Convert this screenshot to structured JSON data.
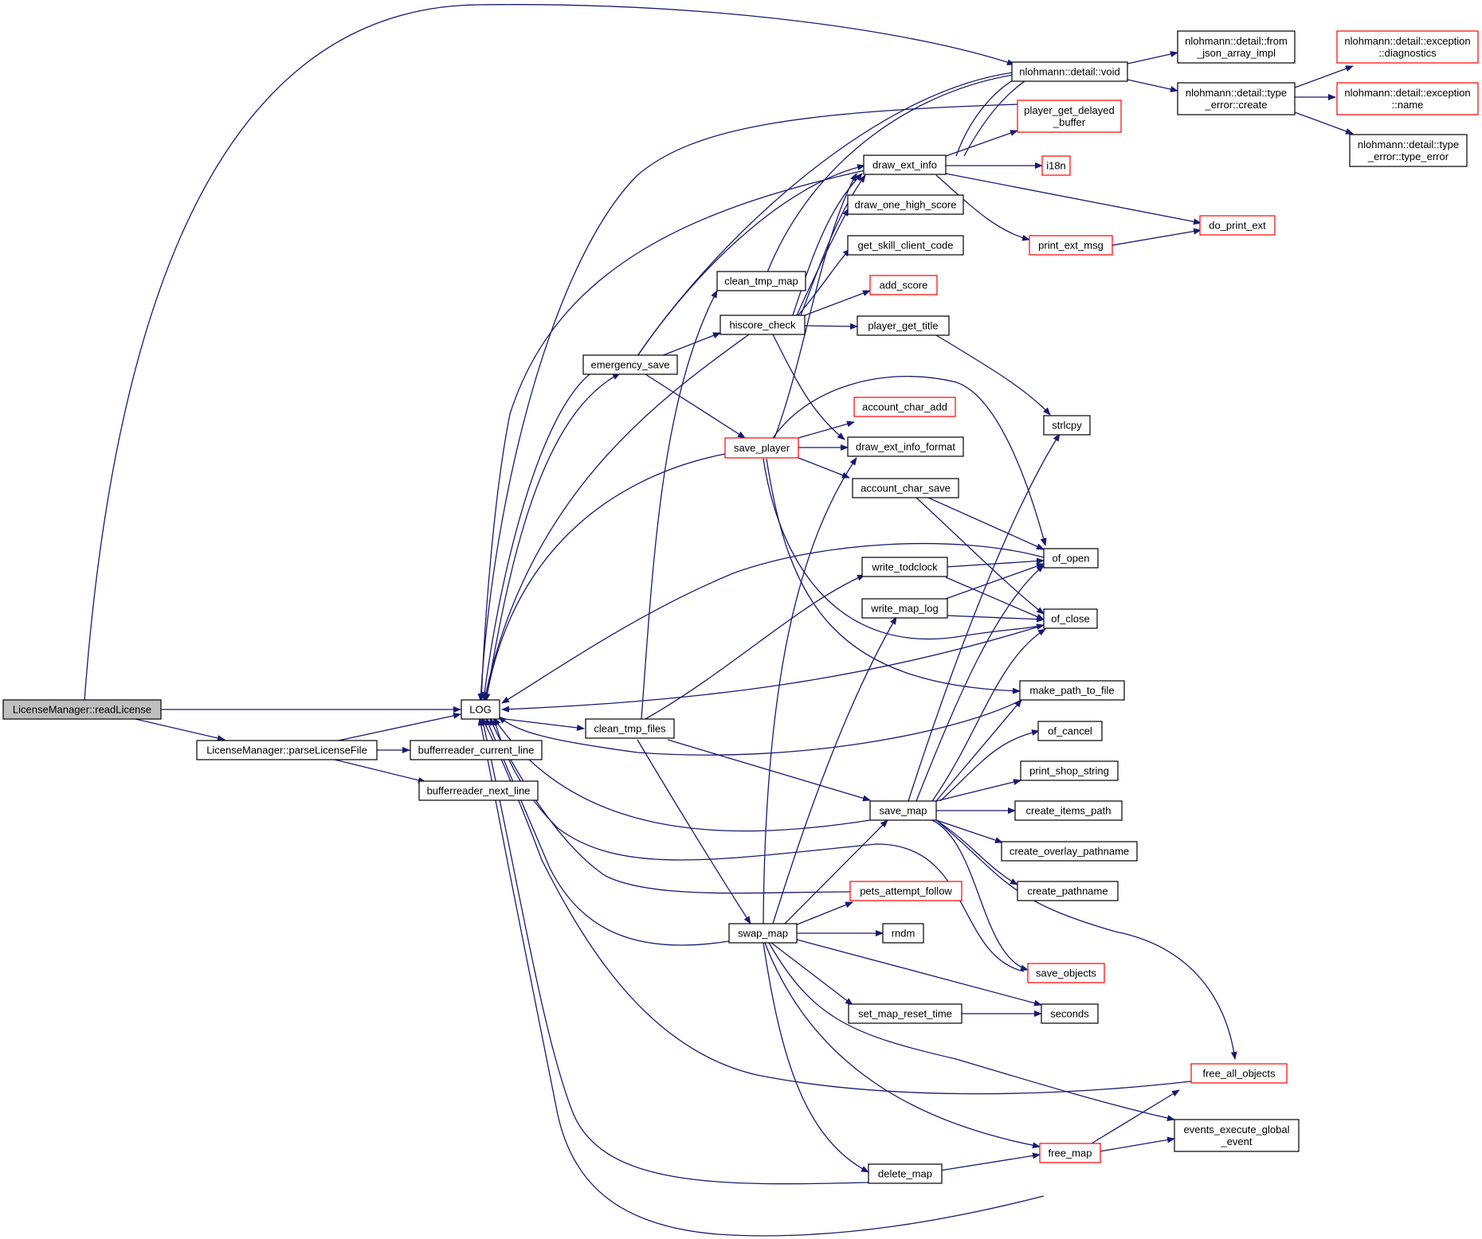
{
  "colors": {
    "edge": "#191970",
    "node_border": "#000000",
    "node_border_truncated": "#ff0000",
    "root_fill": "#bfbfbf",
    "node_fill": "#ffffff"
  },
  "nodes": [
    {
      "id": "n_readLicense",
      "lines": [
        "LicenseManager::readLicense"
      ],
      "style": "root"
    },
    {
      "id": "n_LOG",
      "lines": [
        "LOG"
      ],
      "style": "normal"
    },
    {
      "id": "n_parseLicenseFile",
      "lines": [
        "LicenseManager::parseLicenseFile"
      ],
      "style": "normal"
    },
    {
      "id": "n_br_current_line",
      "lines": [
        "bufferreader_current_line"
      ],
      "style": "normal"
    },
    {
      "id": "n_br_next_line",
      "lines": [
        "bufferreader_next_line"
      ],
      "style": "normal"
    },
    {
      "id": "n_emergency_save",
      "lines": [
        "emergency_save"
      ],
      "style": "normal"
    },
    {
      "id": "n_clean_tmp_files",
      "lines": [
        "clean_tmp_files"
      ],
      "style": "normal"
    },
    {
      "id": "n_clean_tmp_map",
      "lines": [
        "clean_tmp_map"
      ],
      "style": "normal"
    },
    {
      "id": "n_hiscore_check",
      "lines": [
        "hiscore_check"
      ],
      "style": "normal"
    },
    {
      "id": "n_save_player",
      "lines": [
        "save_player"
      ],
      "style": "red"
    },
    {
      "id": "n_swap_map",
      "lines": [
        "swap_map"
      ],
      "style": "normal"
    },
    {
      "id": "n_nl_void",
      "lines": [
        "nlohmann::detail::void"
      ],
      "style": "normal"
    },
    {
      "id": "n_nl_from_json",
      "lines": [
        "nlohmann::detail::from",
        "_json_array_impl"
      ],
      "style": "normal"
    },
    {
      "id": "n_nl_type_error_create",
      "lines": [
        "nlohmann::detail::type",
        "_error::create"
      ],
      "style": "normal"
    },
    {
      "id": "n_nl_exc_diag",
      "lines": [
        "nlohmann::detail::exception",
        "::diagnostics"
      ],
      "style": "red"
    },
    {
      "id": "n_nl_exc_name",
      "lines": [
        "nlohmann::detail::exception",
        "::name"
      ],
      "style": "red"
    },
    {
      "id": "n_nl_type_error_te",
      "lines": [
        "nlohmann::detail::type",
        "_error::type_error"
      ],
      "style": "normal"
    },
    {
      "id": "n_player_get_delayed",
      "lines": [
        "player_get_delayed",
        "_buffer"
      ],
      "style": "red"
    },
    {
      "id": "n_draw_ext_info",
      "lines": [
        "draw_ext_info"
      ],
      "style": "normal"
    },
    {
      "id": "n_i18n",
      "lines": [
        "i18n"
      ],
      "style": "red"
    },
    {
      "id": "n_do_print_ext",
      "lines": [
        "do_print_ext"
      ],
      "style": "red"
    },
    {
      "id": "n_print_ext_msg",
      "lines": [
        "print_ext_msg"
      ],
      "style": "red"
    },
    {
      "id": "n_draw_one_high_score",
      "lines": [
        "draw_one_high_score"
      ],
      "style": "normal"
    },
    {
      "id": "n_get_skill_client_code",
      "lines": [
        "get_skill_client_code"
      ],
      "style": "normal"
    },
    {
      "id": "n_add_score",
      "lines": [
        "add_score"
      ],
      "style": "red"
    },
    {
      "id": "n_player_get_title",
      "lines": [
        "player_get_title"
      ],
      "style": "normal"
    },
    {
      "id": "n_strlcpy",
      "lines": [
        "strlcpy"
      ],
      "style": "normal"
    },
    {
      "id": "n_account_char_add",
      "lines": [
        "account_char_add"
      ],
      "style": "red"
    },
    {
      "id": "n_draw_ext_info_format",
      "lines": [
        "draw_ext_info_format"
      ],
      "style": "normal"
    },
    {
      "id": "n_account_char_save",
      "lines": [
        "account_char_save"
      ],
      "style": "normal"
    },
    {
      "id": "n_of_open",
      "lines": [
        "of_open"
      ],
      "style": "normal"
    },
    {
      "id": "n_of_close",
      "lines": [
        "of_close"
      ],
      "style": "normal"
    },
    {
      "id": "n_write_todclock",
      "lines": [
        "write_todclock"
      ],
      "style": "normal"
    },
    {
      "id": "n_write_map_log",
      "lines": [
        "write_map_log"
      ],
      "style": "normal"
    },
    {
      "id": "n_make_path_to_file",
      "lines": [
        "make_path_to_file"
      ],
      "style": "normal"
    },
    {
      "id": "n_of_cancel",
      "lines": [
        "of_cancel"
      ],
      "style": "normal"
    },
    {
      "id": "n_print_shop_string",
      "lines": [
        "print_shop_string"
      ],
      "style": "normal"
    },
    {
      "id": "n_save_map",
      "lines": [
        "save_map"
      ],
      "style": "normal"
    },
    {
      "id": "n_create_items_path",
      "lines": [
        "create_items_path"
      ],
      "style": "normal"
    },
    {
      "id": "n_create_overlay_pathname",
      "lines": [
        "create_overlay_pathname"
      ],
      "style": "normal"
    },
    {
      "id": "n_create_pathname",
      "lines": [
        "create_pathname"
      ],
      "style": "normal"
    },
    {
      "id": "n_pets_attempt_follow",
      "lines": [
        "pets_attempt_follow"
      ],
      "style": "red"
    },
    {
      "id": "n_rndm",
      "lines": [
        "rndm"
      ],
      "style": "normal"
    },
    {
      "id": "n_save_objects",
      "lines": [
        "save_objects"
      ],
      "style": "red"
    },
    {
      "id": "n_set_map_reset_time",
      "lines": [
        "set_map_reset_time"
      ],
      "style": "normal"
    },
    {
      "id": "n_seconds",
      "lines": [
        "seconds"
      ],
      "style": "normal"
    },
    {
      "id": "n_free_all_objects",
      "lines": [
        "free_all_objects"
      ],
      "style": "red"
    },
    {
      "id": "n_events_execute_global",
      "lines": [
        "events_execute_global",
        "_event"
      ],
      "style": "normal"
    },
    {
      "id": "n_free_map",
      "lines": [
        "free_map"
      ],
      "style": "red"
    },
    {
      "id": "n_delete_map",
      "lines": [
        "delete_map"
      ],
      "style": "normal"
    }
  ]
}
